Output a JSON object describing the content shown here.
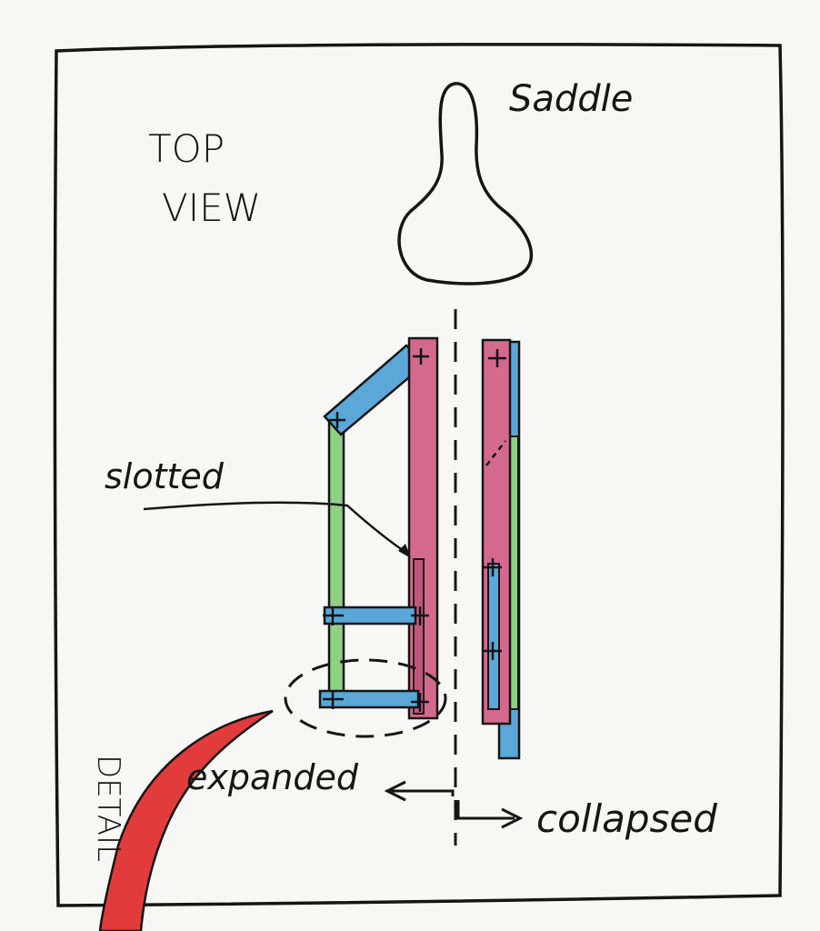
{
  "labels": {
    "top_view_line1": "TOP",
    "top_view_line2": "VIEW",
    "saddle": "Saddle",
    "slotted": "slotted",
    "expanded": "expanded",
    "collapsed": "collapsed",
    "detail": "DETAIL"
  },
  "colors": {
    "ink": "#151515",
    "pink": "#d36a8e",
    "blue": "#5aa7d8",
    "green": "#8fd083",
    "red": "#e23b3b",
    "paper": "#f7f7f5"
  }
}
